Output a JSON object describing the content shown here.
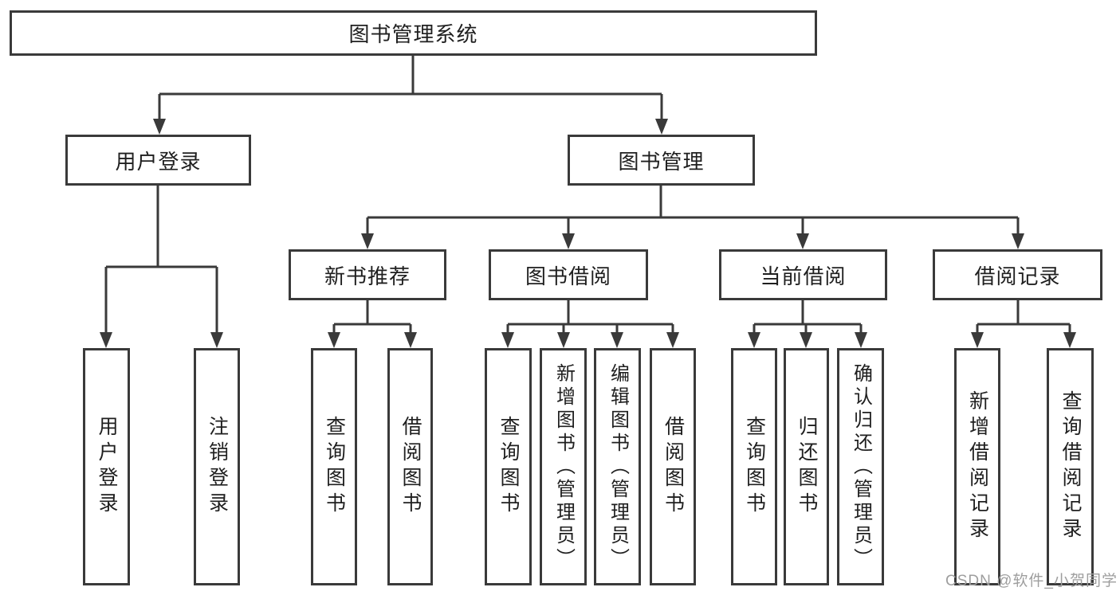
{
  "diagram_title": "图书管理系统",
  "nodes": {
    "root": "图书管理系统",
    "user_login": "用户登录",
    "book_mgmt": "图书管理",
    "new_book_rec": "新书推荐",
    "book_borrow": "图书借阅",
    "current_borrow": "当前借阅",
    "borrow_records": "借阅记录",
    "leaf_user_login": "用户登录",
    "leaf_logout": "注销登录",
    "leaf_query_book_1": "查询图书",
    "leaf_borrow_book_1": "借阅图书",
    "leaf_query_book_2": "查询图书",
    "leaf_add_book_admin": "新增图书（管理员）",
    "leaf_edit_book_admin": "编辑图书（管理员）",
    "leaf_borrow_book_2": "借阅图书",
    "leaf_query_book_3": "查询图书",
    "leaf_return_book": "归还图书",
    "leaf_confirm_return_admin": "确认归还（管理员）",
    "leaf_add_borrow_record": "新增借阅记录",
    "leaf_query_borrow_record": "查询借阅记录"
  },
  "watermark": "CSDN @软件_小贺同学",
  "colors": {
    "line": "#3a3a3a",
    "text": "#1f1f1f",
    "watermark_gray": "#9e9e9e",
    "background": "#ffffff"
  }
}
